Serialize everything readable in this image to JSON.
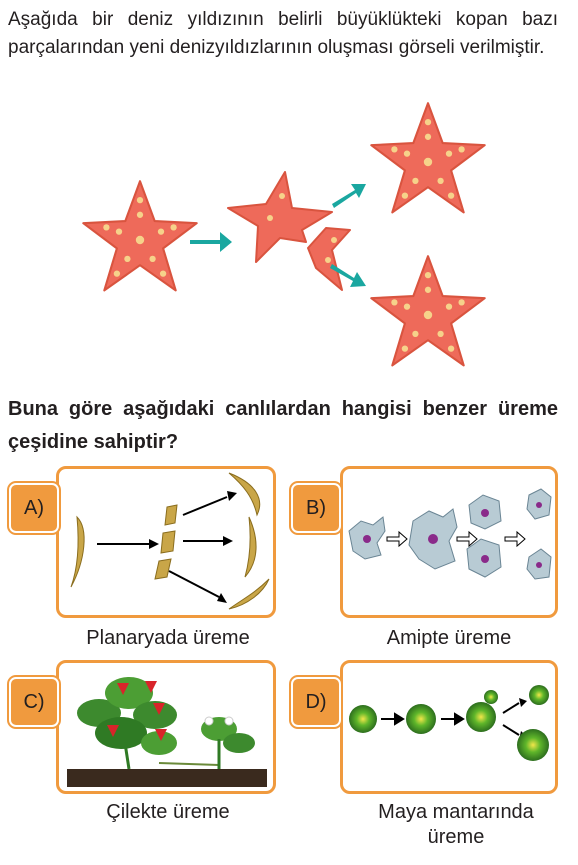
{
  "intro": "Aşağıda bir deniz yıldızının belirli büyüklükteki kopan bazı parçalarından yeni denizyıldızlarının oluşması görseli verilmiştir.",
  "question": "Buna göre aşağıdaki canlılardan hangisi benzer üreme çeşidine sahiptir?",
  "colors": {
    "accent": "#f09a3e",
    "starfish": "#ee6a5a",
    "arrow": "#1aa7a0"
  },
  "options": [
    {
      "letter": "A)",
      "caption": "Planaryada üreme"
    },
    {
      "letter": "B)",
      "caption": "Amipte üreme"
    },
    {
      "letter": "C)",
      "caption": "Çilekte üreme"
    },
    {
      "letter": "D)",
      "caption": "Maya mantarında üreme"
    }
  ]
}
